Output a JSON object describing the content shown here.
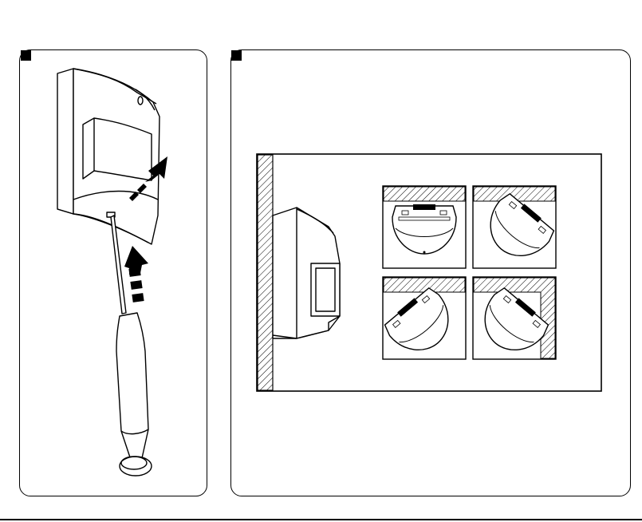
{
  "figure": {
    "panels": [
      {
        "id": "left",
        "content": "detector-cover-removal-with-screwdriver"
      },
      {
        "id": "right",
        "content": "mounting-positions"
      }
    ],
    "mounting_options": [
      "flat-wall",
      "flat-wall-angled",
      "corner-angled-left",
      "corner-angled-right"
    ],
    "colors": {
      "line": "#000000",
      "background": "#ffffff",
      "marker": "#000000"
    }
  }
}
